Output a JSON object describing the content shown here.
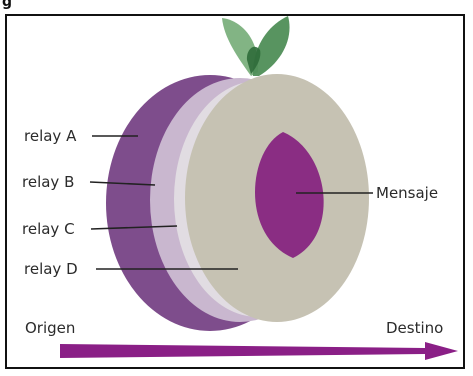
{
  "header": {
    "partial_text": "g"
  },
  "labels": {
    "relay_a": "relay A",
    "relay_b": "relay B",
    "relay_c": "relay C",
    "relay_d": "relay D",
    "message": "Mensaje",
    "origin": "Origen",
    "destination": "Destino"
  },
  "colors": {
    "outer_purple": "#7e4d8c",
    "mid_lavender": "#c9b7cf",
    "inner_light": "#e0dbe0",
    "core_tan": "#c6c2b3",
    "message_purple": "#8a2d83",
    "leaf_green": "#5c9a62",
    "arrow_purple": "#8a1f86",
    "line": "#222222"
  },
  "icons": {
    "leaves": "leaf-icon",
    "arrow": "arrow-right-icon"
  }
}
